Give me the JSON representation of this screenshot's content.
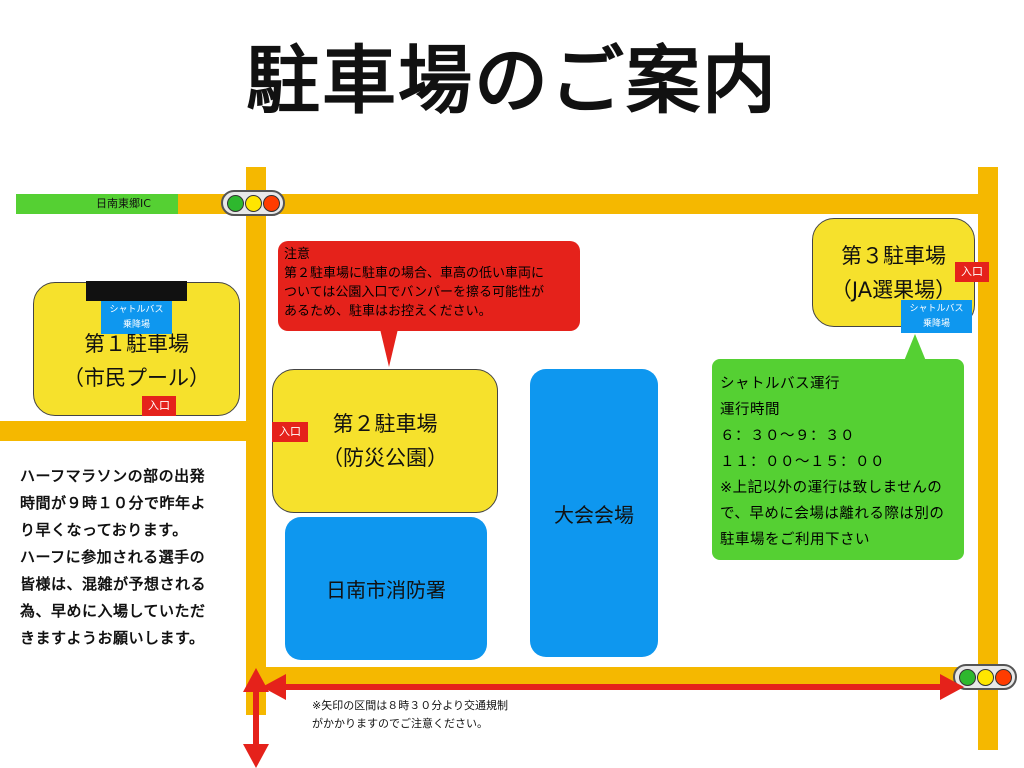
{
  "title": "駐車場のご案内",
  "ic_label": "日南東郷IC",
  "lots": {
    "lot1": {
      "line1": "第１駐車場",
      "line2": "（市民プール）"
    },
    "lot2": {
      "line1": "第２駐車場",
      "line2": "（防災公園）"
    },
    "lot3": {
      "line1": "第３駐車場",
      "line2": "（JA選果場）"
    }
  },
  "entry_label": "入口",
  "shuttle_stop": {
    "line1": "シャトルバス",
    "line2": "乗降場"
  },
  "fire_station": "日南市消防署",
  "venue": "大会会場",
  "caution": {
    "heading": "注意",
    "lines": [
      "第２駐車場に駐車の場合、車高の低い車両に",
      "ついては公園入口でバンパーを擦る可能性が",
      "あるため、駐車はお控えください。"
    ]
  },
  "shuttle_info": {
    "lines": [
      "シャトルバス運行",
      "運行時間",
      "６：３０〜９：３０",
      "１１：００〜１５：００",
      "※上記以外の運行は致しませんの",
      "で、早めに会場は離れる際は別の",
      "駐車場をご利用下さい"
    ]
  },
  "marathon_note": {
    "lines": [
      "ハーフマラソンの部の出発",
      "時間が９時１０分で昨年よ",
      "り早くなっております。",
      "ハーフに参加される選手の",
      "皆様は、混雑が予想される",
      "為、早めに入場していただ",
      "きますようお願いします。"
    ]
  },
  "traffic_note": {
    "lines": [
      "※矢印の区間は８時３０分より交通規制",
      "がかかりますのでご注意ください。"
    ]
  },
  "colors": {
    "road": "#f5b800",
    "lot": "#f6e12c",
    "blue": "#0e97ef",
    "red": "#e5221b",
    "green": "#55d033",
    "lamp_green": "#2eb82e",
    "lamp_yellow": "#ffe600",
    "lamp_red": "#ff3c00"
  }
}
